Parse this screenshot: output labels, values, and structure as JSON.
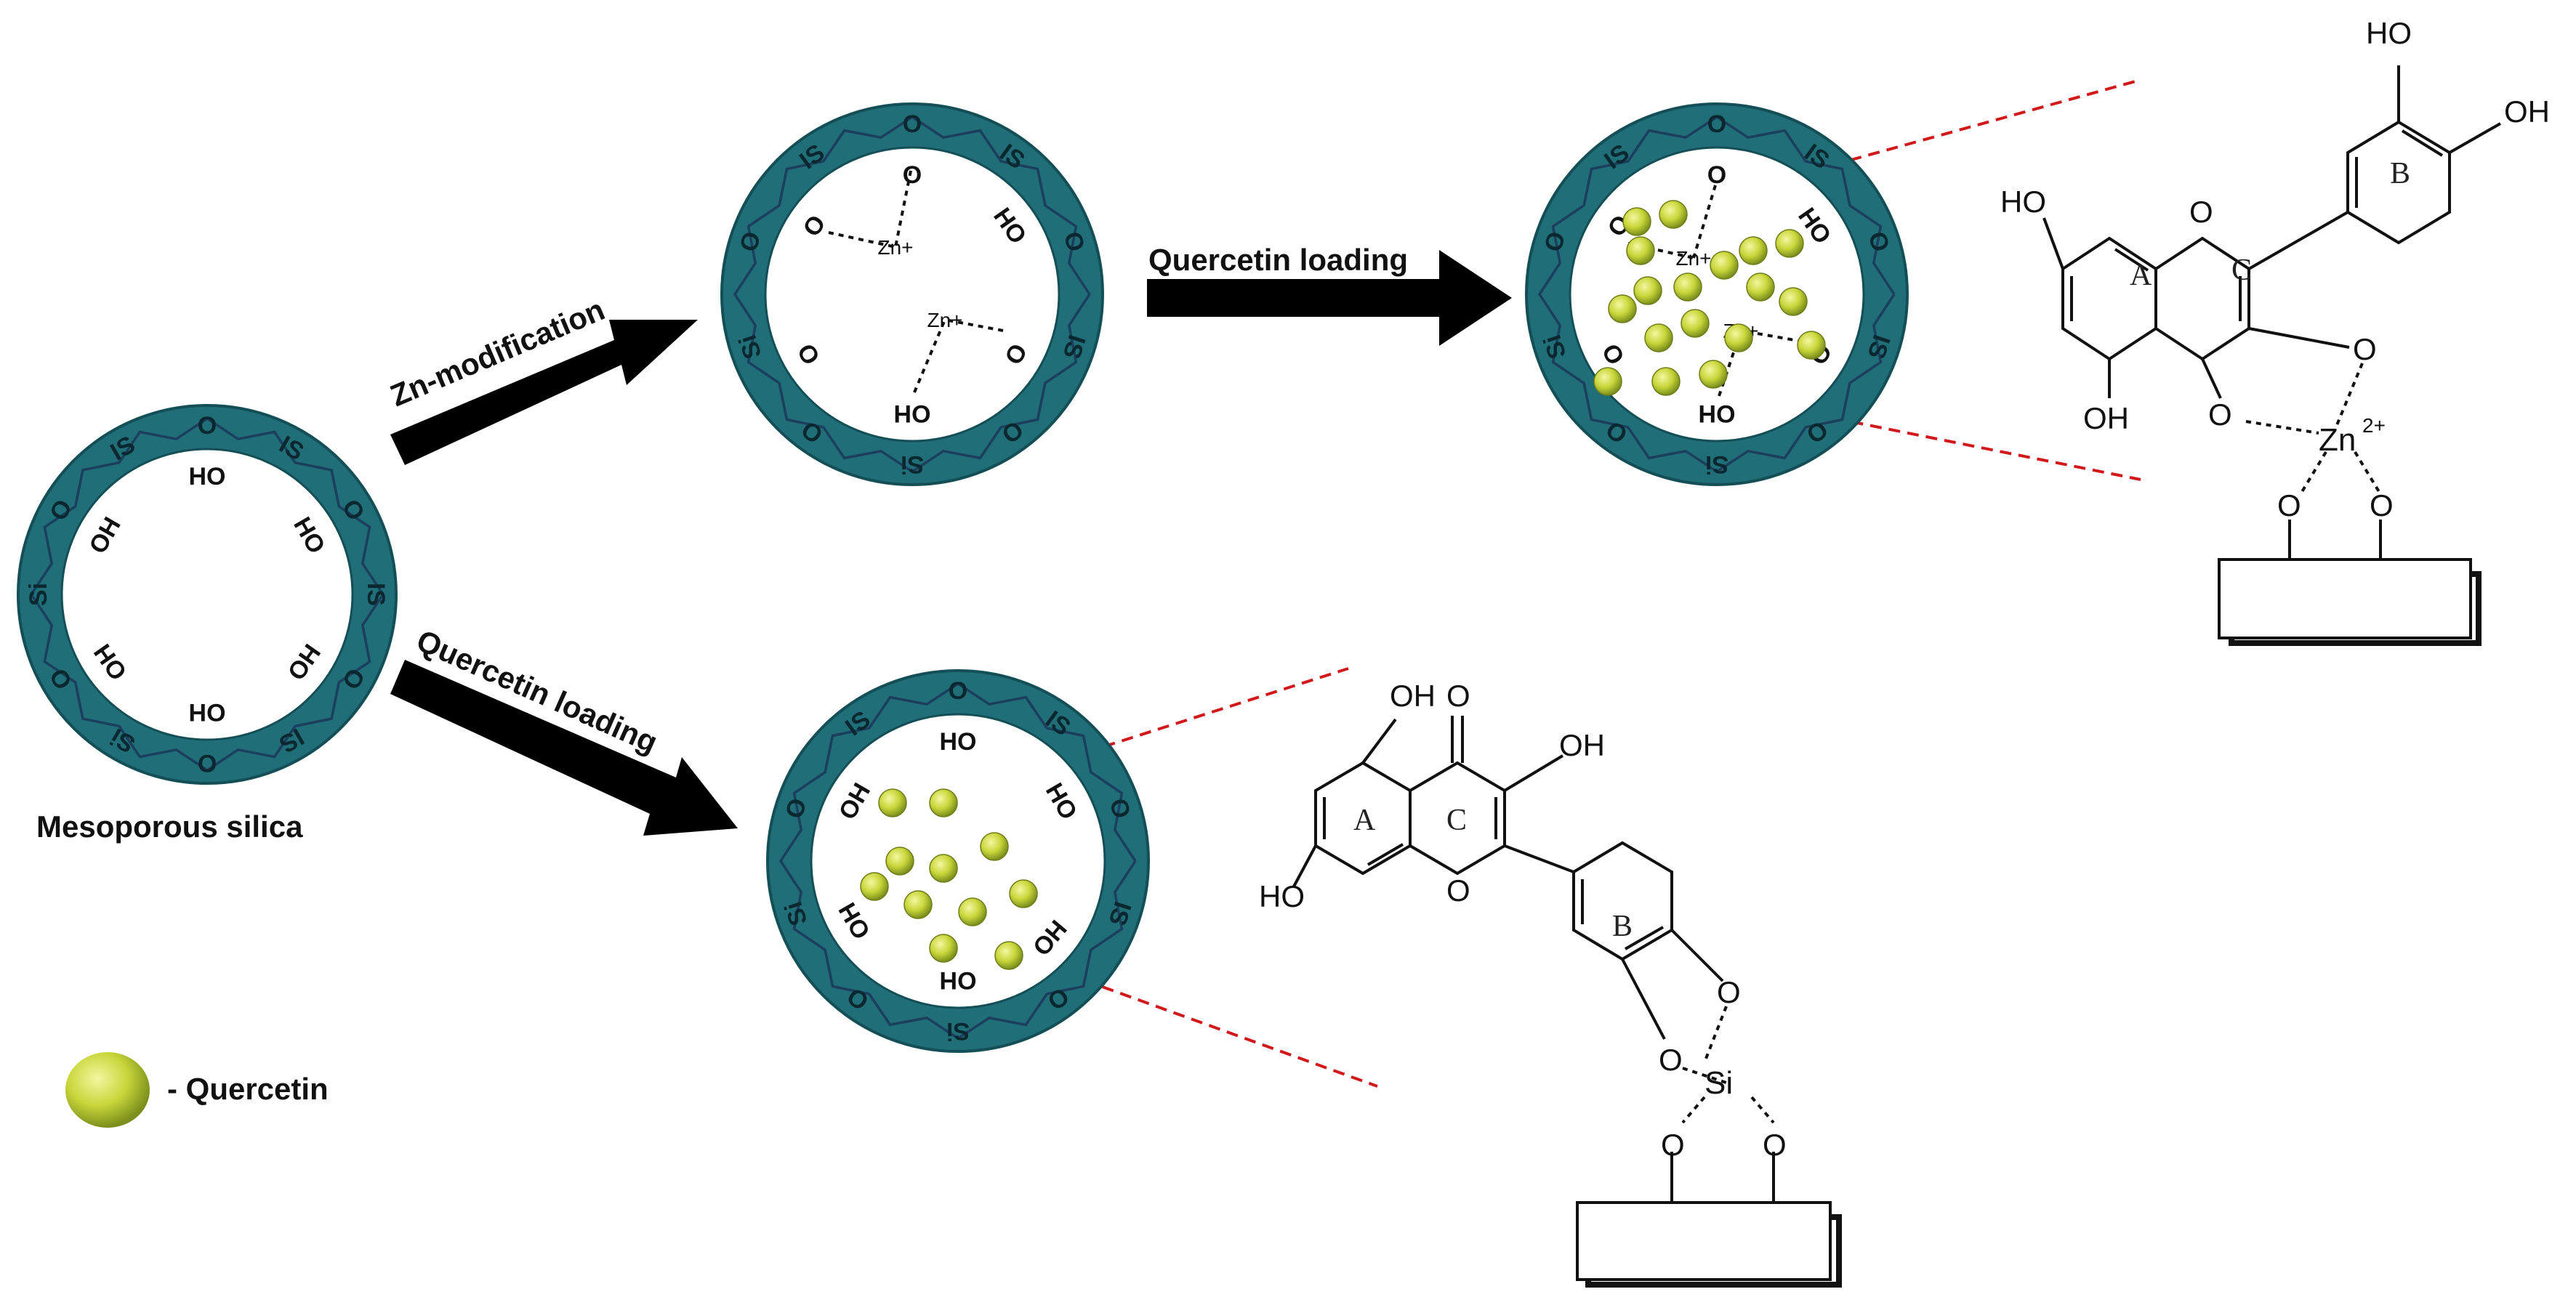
{
  "labels": {
    "mesoporous_silica": "Mesoporous silica",
    "zn_modification": "Zn-modification",
    "quercetin_loading_top": "Quercetin loading",
    "quercetin_loading_bottom": "Quercetin loading",
    "legend_quercetin": "- Quercetin"
  },
  "particles": {
    "pristine": {
      "wall_labels": [
        "O",
        "IS",
        "O",
        "IS",
        "O",
        "IS",
        "O",
        "Si",
        "O",
        "Si",
        "O",
        "IS"
      ],
      "inner_groups": [
        "HO",
        "HO",
        "HO",
        "OH",
        "OH",
        "OH"
      ]
    },
    "zn_modified": {
      "wall_labels": [
        "O",
        "IS",
        "O",
        "IS",
        "O",
        "Si",
        "O",
        "Si",
        "O",
        "IS"
      ],
      "inner_groups": [
        "O",
        "HO",
        "O",
        "OH",
        "O",
        "O"
      ],
      "zn_labels": [
        "Zn+",
        "Zn+"
      ]
    },
    "zn_quercetin": {
      "wall_labels": [
        "O",
        "IS",
        "O",
        "IS",
        "O",
        "Si",
        "O",
        "Si",
        "O",
        "IS"
      ],
      "inner_groups": [
        "O",
        "HO",
        "O",
        "OH",
        "O",
        "O"
      ],
      "zn_labels": [
        "Zn+",
        "Zn+"
      ]
    },
    "quercetin_only": {
      "wall_labels": [
        "O",
        "IS",
        "O",
        "IS",
        "O",
        "Si",
        "O",
        "Si",
        "O",
        "IS"
      ],
      "inner_groups": [
        "HO",
        "HO",
        "HO",
        "OH",
        "OH",
        "OH"
      ]
    }
  },
  "structure_top": {
    "atoms": {
      "ho_b1": "HO",
      "oh_b2": "OH",
      "ho_a": "HO",
      "oh_a": "OH",
      "o_ring": "O",
      "o_c3": "O",
      "o_c4": "O",
      "zn": "Zn",
      "zn_charge": "2+",
      "o_s1": "O",
      "o_s2": "O"
    },
    "rings": {
      "a": "A",
      "b": "B",
      "c": "C"
    }
  },
  "structure_bottom": {
    "atoms": {
      "oh_5": "OH",
      "o_4": "O",
      "oh_3": "OH",
      "ho_7": "HO",
      "o_ring": "O",
      "o_b1": "O",
      "o_b2": "O",
      "si": "Si",
      "o_s1": "O",
      "o_s2": "O"
    },
    "rings": {
      "a": "A",
      "b": "B",
      "c": "C"
    }
  },
  "colors": {
    "wall": "#1f6e78",
    "wall_dark": "#144e56",
    "lattice": "#1c3f5e",
    "quercetin": "#c8d63a",
    "arrow": "#000000",
    "guide_line": "#d0191b"
  }
}
